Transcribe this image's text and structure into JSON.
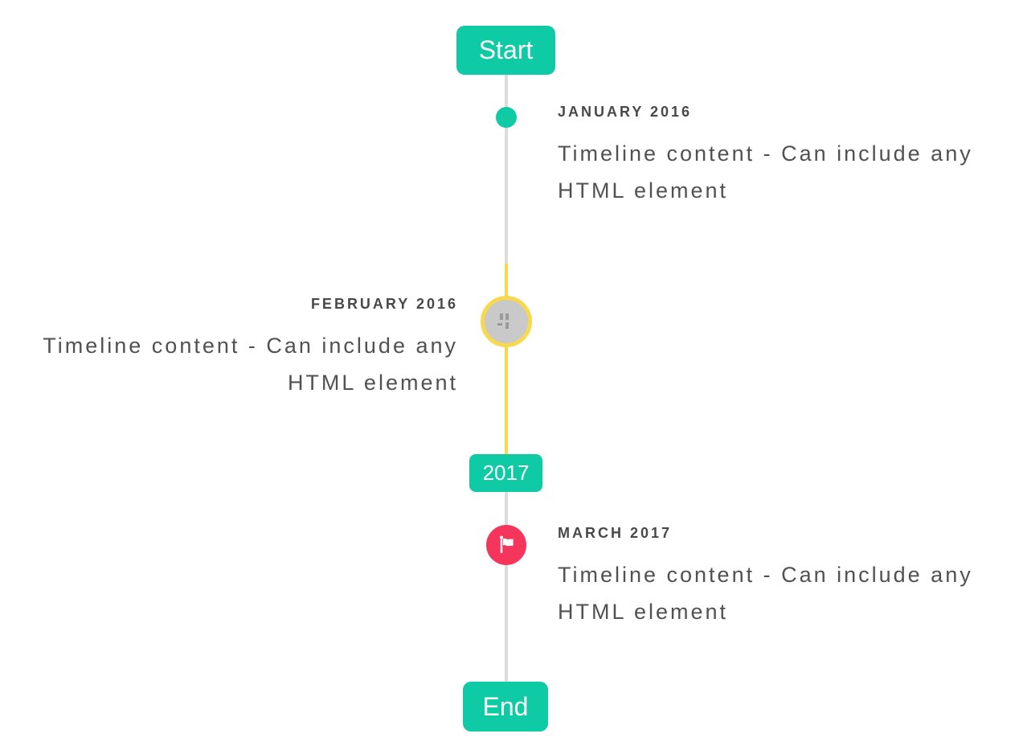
{
  "colors": {
    "accent": "#0ecba6",
    "highlight": "#f8d94e",
    "danger": "#f5355b",
    "line": "#dcdcdc",
    "neutral_marker": "#c9c9c9",
    "label_text": "#484848",
    "body_text": "#515151"
  },
  "timeline": {
    "start_badge": "Start",
    "year_badge": "2017",
    "end_badge": "End",
    "items": [
      {
        "label": "JANUARY 2016",
        "content": "Timeline content - Can include any HTML element",
        "side": "right",
        "marker": "teal-dot"
      },
      {
        "label": "FEBRUARY 2016",
        "content": "Timeline content - Can include any HTML element",
        "side": "left",
        "marker": "image-placeholder-highlighted"
      },
      {
        "label": "MARCH 2017",
        "content": "Timeline content - Can include any HTML element",
        "side": "right",
        "marker": "flag"
      }
    ]
  }
}
